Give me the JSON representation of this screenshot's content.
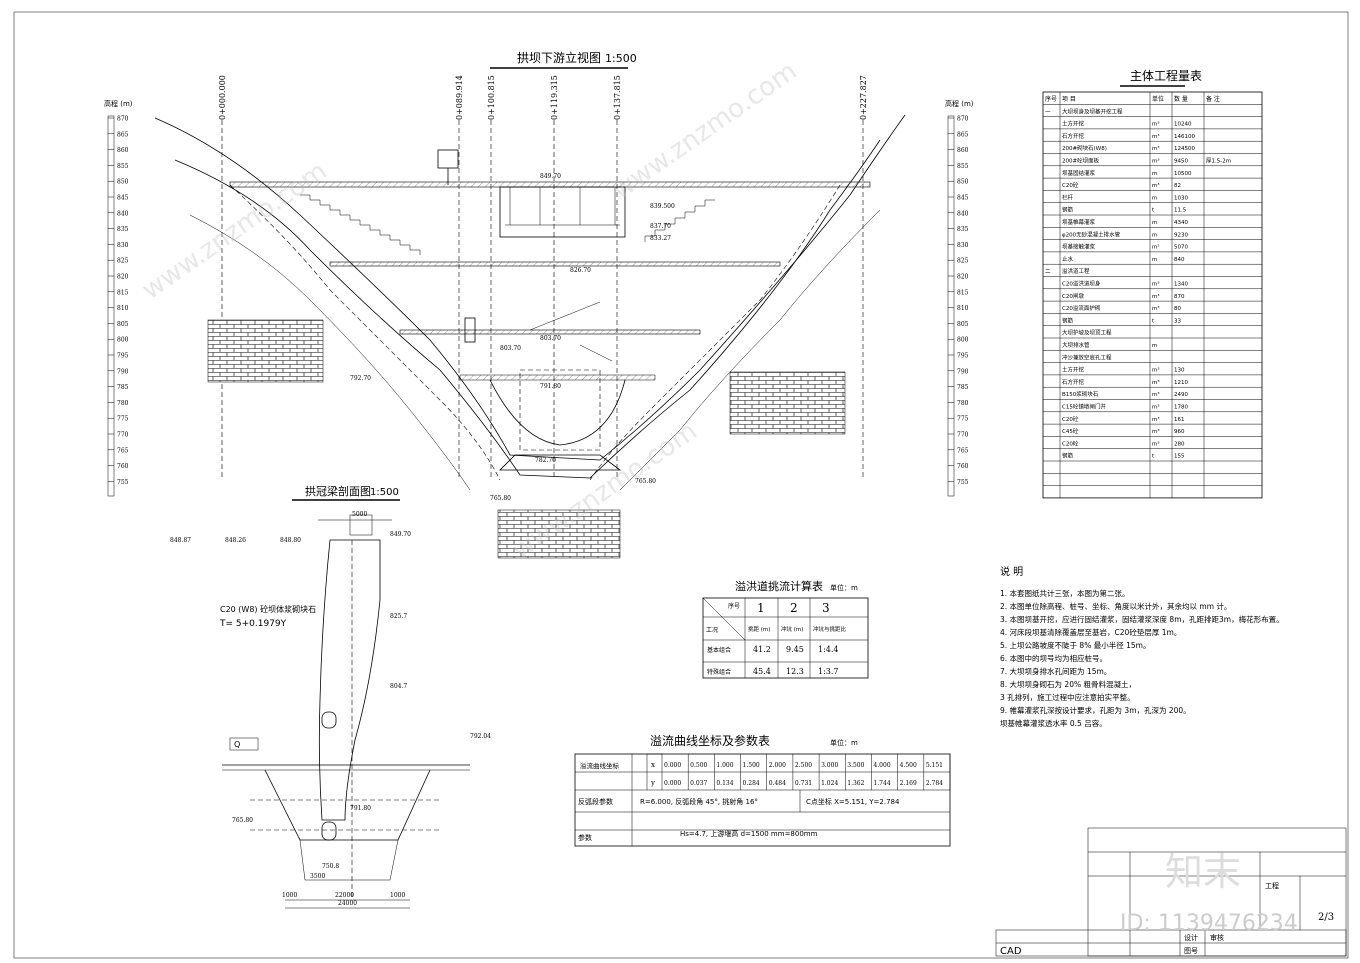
{
  "titles": {
    "elevation_view": "拱坝下游立视图",
    "elevation_scale": "1:500",
    "section_view": "拱冠梁剖面图",
    "section_scale": "1:500",
    "quantity_table": "主体工程量表",
    "flood_table": "溢洪道挑流计算表",
    "flood_unit": "单位：m",
    "curve_table": "溢流曲线坐标及参数表",
    "curve_unit": "单位：m",
    "notes_title": "说 明"
  },
  "stations": [
    "0+000.000",
    "0+089.914",
    "0+100.815",
    "0+119.315",
    "0+137.815",
    "0+227.827"
  ],
  "elevation_axis": {
    "label": "高程 (m)",
    "ticks": [
      "870",
      "865",
      "860",
      "855",
      "850",
      "845",
      "840",
      "835",
      "830",
      "825",
      "820",
      "815",
      "810",
      "805",
      "800",
      "795",
      "790",
      "785",
      "780",
      "775",
      "770",
      "765",
      "760",
      "755"
    ]
  },
  "elevation_labels": {
    "crest": "849.70",
    "l1": "839.500",
    "l2": "837.70",
    "l3": "833.27",
    "mid": "826.70",
    "lower": "803.70",
    "pool": "792.70",
    "pool2": "791.80",
    "bottom": "782.70",
    "base": "765.80",
    "base2": "765.80",
    "gallery": "803.70"
  },
  "section_labels": {
    "crest_width": "5000",
    "c20": "C20 (W8) 砼坝体浆砌块石",
    "t_formula": "T= 5+0.1979Y",
    "e1": "848.87",
    "e2": "848.26",
    "e3": "848.80",
    "e4": "849.70",
    "e5": "825.7",
    "e6": "804.7",
    "e7": "791.80",
    "e8": "792.04",
    "e9": "765.80",
    "e10": "750.8",
    "q": "Q",
    "dim_total": "24000",
    "dim_mid": "22000",
    "dim_left": "1000",
    "dim_right": "1000",
    "dim_base": "3500"
  },
  "quantity": {
    "headers": [
      "序号",
      "项 目",
      "单位",
      "数 量",
      "备 注"
    ],
    "rows": [
      [
        "一",
        "大坝坝身及坝基开挖工程",
        "",
        "",
        ""
      ],
      [
        "",
        "土方开挖",
        "m³",
        "10240",
        ""
      ],
      [
        "",
        "石方开挖",
        "m³",
        "146100",
        ""
      ],
      [
        "",
        "200#砌块石(W8)",
        "m³",
        "124500",
        ""
      ],
      [
        "",
        "200#砼坝面板",
        "m³",
        "9450",
        "厚1.5-2m"
      ],
      [
        "",
        "坝基固结灌浆",
        "m",
        "10500",
        ""
      ],
      [
        "",
        "C20砼",
        "m³",
        "82",
        ""
      ],
      [
        "",
        "栏杆",
        "m",
        "1030",
        ""
      ],
      [
        "",
        "钢筋",
        "t",
        "11.5",
        ""
      ],
      [
        "",
        "坝基帷幕灌浆",
        "m",
        "4340",
        ""
      ],
      [
        "",
        "φ200无砂混凝土排水管",
        "m",
        "9230",
        ""
      ],
      [
        "",
        "坝基接触灌浆",
        "m²",
        "5070",
        ""
      ],
      [
        "",
        "止水",
        "m",
        "840",
        ""
      ],
      [
        "二",
        "溢洪道工程",
        "",
        "",
        ""
      ],
      [
        "",
        "C20溢洪道坝身",
        "m³",
        "1340",
        ""
      ],
      [
        "",
        "C20闸墩",
        "m³",
        "870",
        ""
      ],
      [
        "",
        "C20溢流面护砌",
        "m³",
        "80",
        ""
      ],
      [
        "",
        "钢筋",
        "t",
        "33",
        ""
      ],
      [
        "",
        "大坝护坡及坝顶工程",
        "",
        "",
        ""
      ],
      [
        "",
        "大坝排水管",
        "m",
        "",
        ""
      ],
      [
        "",
        "冲沙兼放空底孔工程",
        "",
        "",
        ""
      ],
      [
        "",
        "土方开挖",
        "m³",
        "130",
        ""
      ],
      [
        "",
        "石方开挖",
        "m³",
        "1210",
        ""
      ],
      [
        "",
        "B150浆砌块石",
        "m³",
        "2490",
        ""
      ],
      [
        "",
        "C15砼镇墩闸门井",
        "m³",
        "1780",
        ""
      ],
      [
        "",
        "C20砼",
        "m³",
        "161",
        ""
      ],
      [
        "",
        "C45砼",
        "m³",
        "960",
        ""
      ],
      [
        "",
        "C20砼",
        "m³",
        "280",
        ""
      ],
      [
        "",
        "钢筋",
        "t",
        "155",
        ""
      ],
      [
        "",
        "",
        "",
        "",
        ""
      ],
      [
        "",
        "",
        "",
        "",
        ""
      ],
      [
        "",
        "",
        "",
        "",
        ""
      ]
    ]
  },
  "flood": {
    "col_header": "序号",
    "row_header": "工况",
    "cols": [
      "1",
      "2",
      "3"
    ],
    "sub": [
      "挑距 (m)",
      "冲坑 (m)",
      "冲坑与挑距比"
    ],
    "rows": [
      {
        "label": "基本组合",
        "values": [
          "41.2",
          "9.45",
          "1:4.4"
        ]
      },
      {
        "label": "特殊组合",
        "values": [
          "45.4",
          "12.3",
          "1:3.7"
        ]
      }
    ]
  },
  "curve": {
    "row_label": "溢流曲线坐标",
    "x_label": "x",
    "y_label": "y",
    "x": [
      "0.000",
      "0.500",
      "1.000",
      "1.500",
      "2.000",
      "2.500",
      "3.000",
      "3.500",
      "4.000",
      "4.500",
      "5.151"
    ],
    "y": [
      "0.000",
      "0.037",
      "0.134",
      "0.284",
      "0.484",
      "0.731",
      "1.024",
      "1.362",
      "1.744",
      "2.169",
      "2.784"
    ],
    "param_label": "反弧段参数",
    "param_a": "R=6.000, 反弧段角 45°, 挑射角 16°",
    "param_b": "C点坐标 X=5.151, Y=2.784",
    "param2_label": "参数",
    "param2_a": "Hs=4.7,   上游堰高 d=1500 mm=800mm"
  },
  "notes": [
    "1. 本套图纸共计三张，本图为第二张。",
    "2. 本图单位除高程、桩号、坐标、角度以米计外，其余均以 mm 计。",
    "3. 本图坝基开挖，应进行固结灌浆，固结灌浆深度 8m，孔距排距3m，梅花形布置。",
    "4. 河床段坝基清除覆盖层至基岩，C20砼垫层厚 1m。",
    "5. 上坝公路坡度不陡于 8% 最小半径 15m。",
    "6. 本图中的坝号均为相应桩号。",
    "7. 大坝坝身排水孔间距为 15m。",
    "8. 大坝坝身砌石为 20% 粗骨料混凝土，",
    "   3 孔排列，施工过程中应注意拍实平整。",
    "9. 帷幕灌浆孔深按设计要求，孔距为 3m，孔深为 200。",
    "   坝基帷幕灌浆透水率 0.5 吕容。"
  ],
  "title_block": {
    "cad": "CAD",
    "sheet": "2/3",
    "r1": "工程",
    "r2": "设计",
    "r3": "审核",
    "r4": "图号",
    "id": "ID: 1139476234",
    "brand": "知末"
  },
  "watermark": "www.znzmo.com"
}
